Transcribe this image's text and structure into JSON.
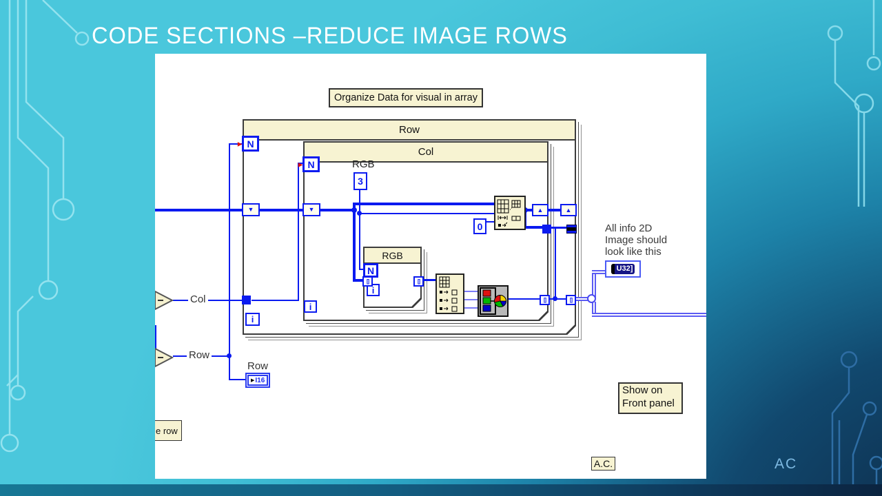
{
  "slide": {
    "title": "CODE SECTIONS –REDUCE IMAGE ROWS",
    "initials": "AC"
  },
  "diagram": {
    "comment": "Organize Data for visual in array",
    "row_loop_label": "Row",
    "col_loop_label": "Col",
    "rgb_loop_label": "RGB",
    "rgb_free_label": "RGB",
    "const_three": "3",
    "const_zero": "0",
    "n_terminal": "N",
    "i_terminal": "i",
    "wire_label_col": "Col",
    "wire_label_row": "Row",
    "row_indicator_label": "Row",
    "row_indicator_type": "I16",
    "u32_indicator_type": "U32]",
    "info_note_line1": "All info 2D",
    "info_note_line2": "Image should",
    "info_note_line3": "look like this",
    "show_panel_line1": "Show on",
    "show_panel_line2": "Front panel",
    "credit": "A.C.",
    "partial_label": "e row"
  },
  "icons": {
    "tunnel_in": "▼",
    "tunnel_out": "▲",
    "arrow": "▶",
    "brackets": "[]",
    "minus": "–"
  },
  "colors": {
    "wire_blue": "#0a1af0",
    "node_cream": "#f7f3d2",
    "slide_cyan": "#3fbdd4",
    "slide_navy": "#0c2440"
  }
}
